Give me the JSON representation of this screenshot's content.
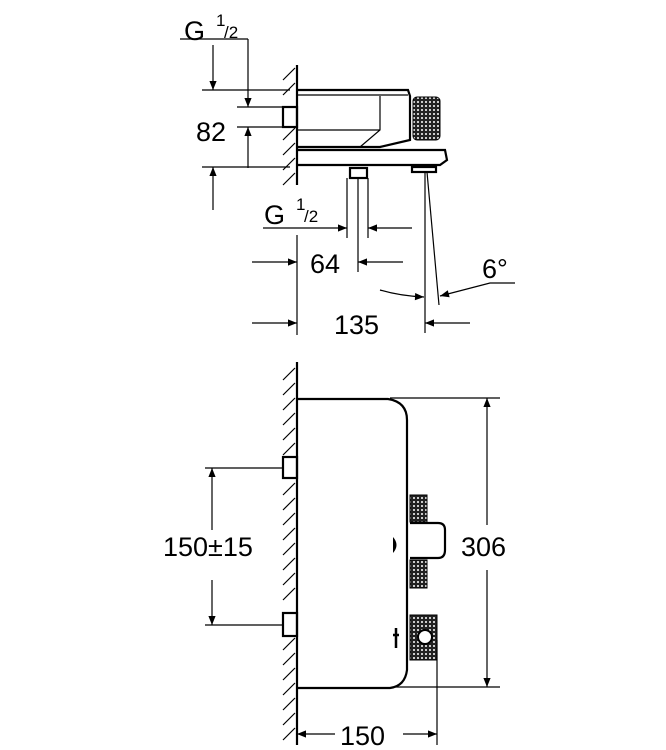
{
  "side_view": {
    "inlet_thread_top": {
      "main": "G",
      "num": "1",
      "den": "2"
    },
    "height_dim": "82",
    "outlet_thread": {
      "main": "G",
      "num": "1",
      "den": "2"
    },
    "outlet_offset_dim": "64",
    "spout_angle": "6°",
    "depth_dim": "135"
  },
  "front_view": {
    "inlet_spacing_dim": "150±15",
    "height_dim": "306",
    "depth_dim": "150"
  },
  "colors": {
    "line": "#000000",
    "background": "#ffffff"
  }
}
